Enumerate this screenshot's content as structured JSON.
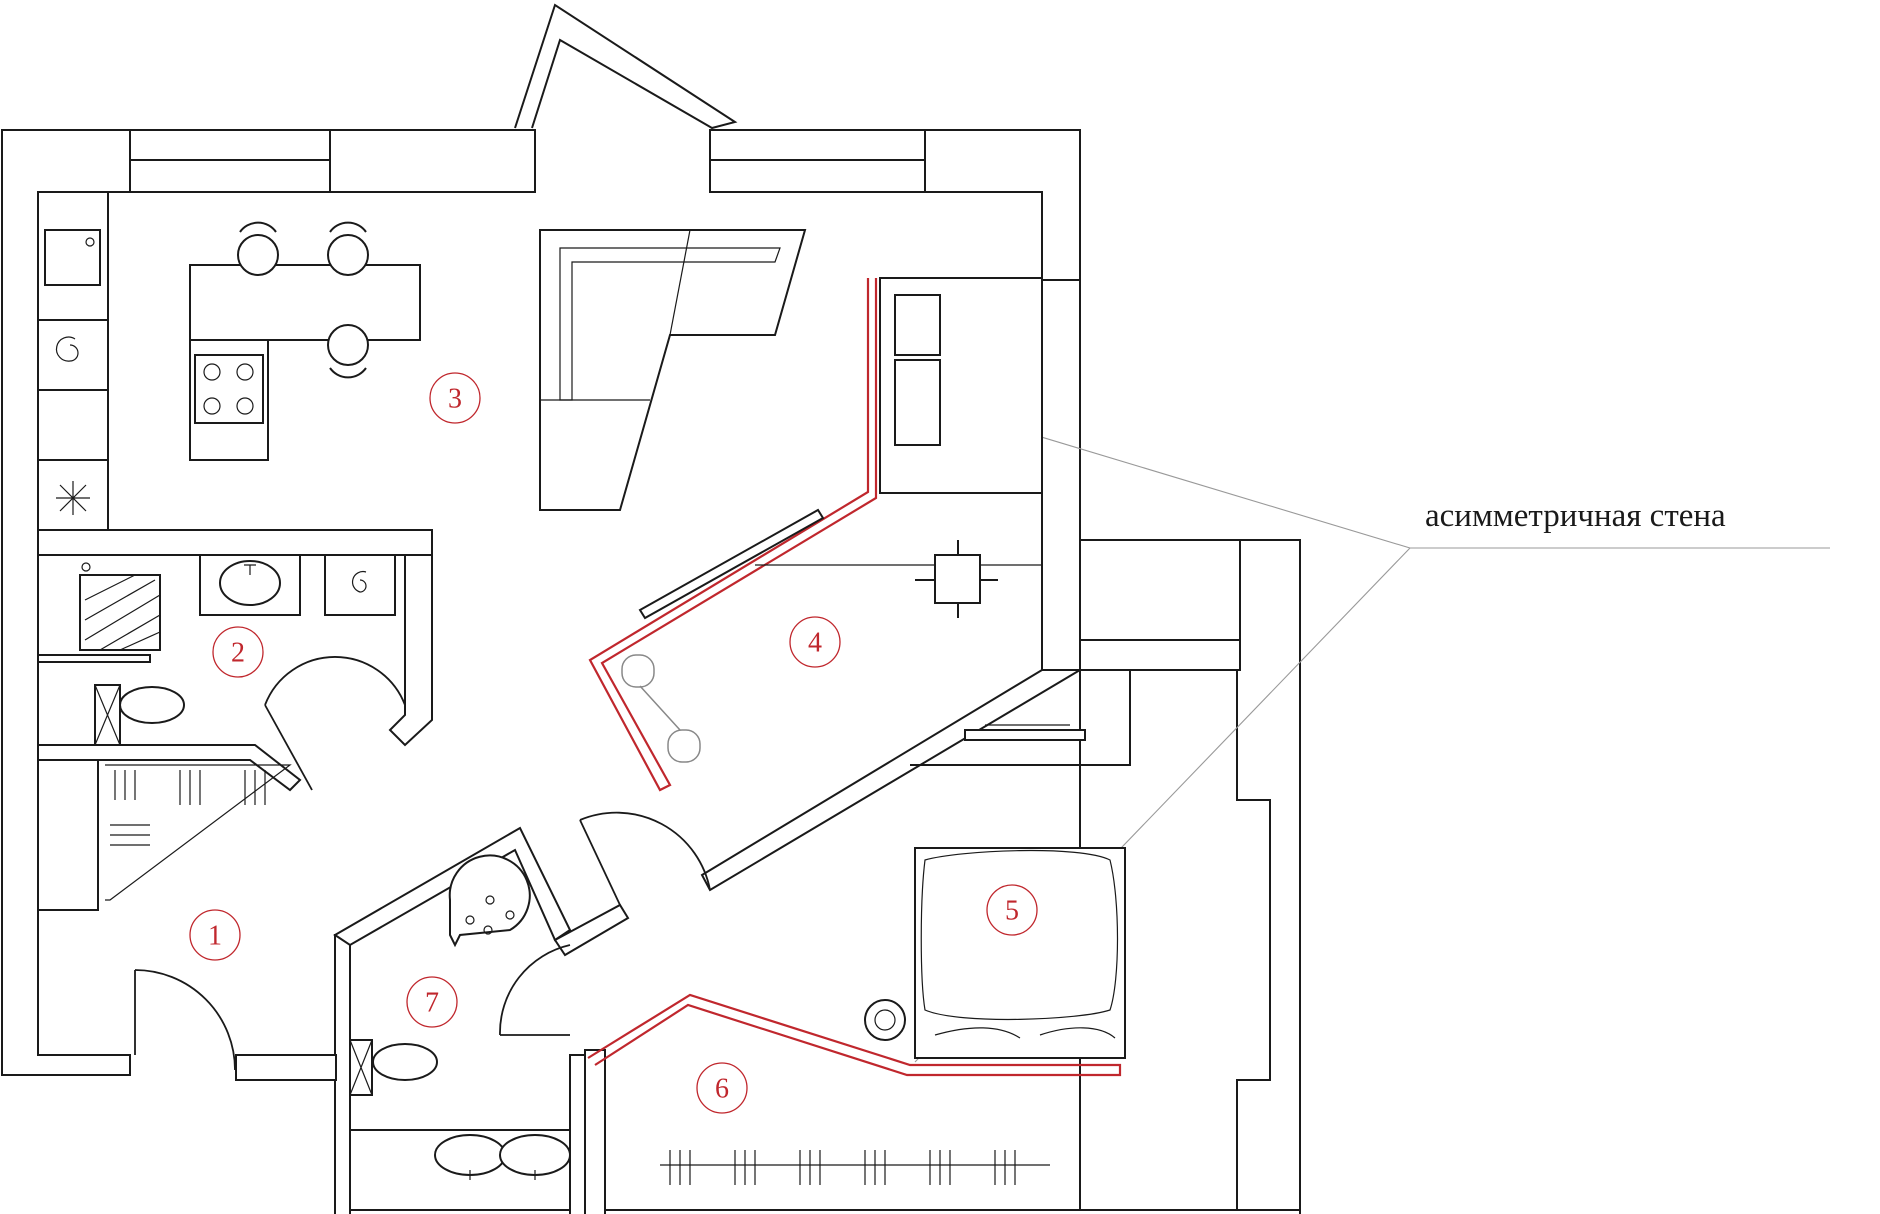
{
  "rooms": [
    {
      "number": "1"
    },
    {
      "number": "2"
    },
    {
      "number": "3"
    },
    {
      "number": "4"
    },
    {
      "number": "5"
    },
    {
      "number": "6"
    },
    {
      "number": "7"
    }
  ],
  "callout": {
    "label": "асимметричная стена"
  },
  "colors": {
    "wall": "#1a1a1a",
    "accent": "#c0272d",
    "leader": "#999999"
  }
}
